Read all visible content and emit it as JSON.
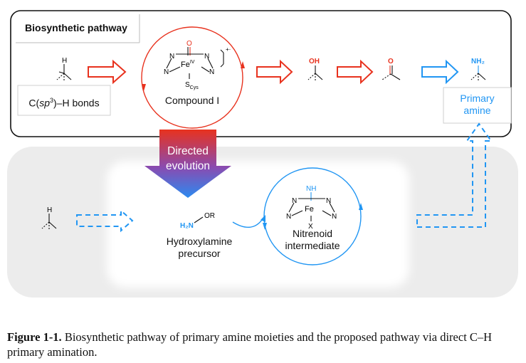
{
  "top_panel": {
    "title": "Biosynthetic pathway",
    "substrate_label_pre": "C(",
    "substrate_label_sp": "sp",
    "substrate_label_sup": "3",
    "substrate_label_post": ")–H bonds",
    "compound_label": "Compound I",
    "product_label_line1": "Primary",
    "product_label_line2": "amine",
    "atoms": {
      "H": "H",
      "O": "O",
      "OH": "OH",
      "NH2": "NH₂",
      "N": "N",
      "Fe": "Fe",
      "Fe_ox": "IV",
      "S": "S",
      "S_sub": "Cys",
      "charge": "+·"
    }
  },
  "directed_evolution": {
    "line1": "Directed",
    "line2": "evolution"
  },
  "bottom_panel": {
    "precursor_label_line1": "Hydroxylamine",
    "precursor_label_line2": "precursor",
    "precursor_atoms": {
      "H2N": "H₂N",
      "OR": "OR"
    },
    "intermediate_label_line1": "Nitrenoid",
    "intermediate_label_line2": "intermediate",
    "atoms": {
      "H": "H",
      "NH": "NH",
      "N": "N",
      "Fe": "Fe",
      "X": "X"
    }
  },
  "caption": {
    "figure_label": "Figure 1-1.",
    "text": " Biosynthetic pathway of primary amine moieties and the proposed pathway via direct C–H primary amination."
  },
  "colors": {
    "red": "#e8321e",
    "blue": "#2196f3",
    "panel_gray": "#ececec",
    "dark": "#111111"
  }
}
